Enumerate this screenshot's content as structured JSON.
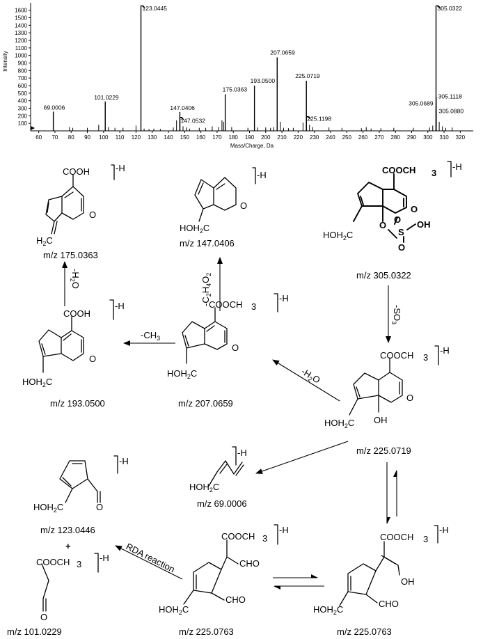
{
  "chart_data": {
    "type": "bar",
    "ylabel": "Intensity",
    "xlabel": "Mass/Charge, Da",
    "xlim": [
      55,
      328
    ],
    "ylim": [
      0,
      1680
    ],
    "x_ticks": [
      60,
      70,
      80,
      90,
      100,
      110,
      120,
      130,
      140,
      150,
      160,
      170,
      180,
      190,
      200,
      210,
      220,
      230,
      240,
      250,
      260,
      270,
      280,
      290,
      300,
      310,
      320
    ],
    "y_ticks": [
      100,
      200,
      300,
      400,
      500,
      600,
      700,
      800,
      900,
      1000,
      1100,
      1200,
      1300,
      1400,
      1500,
      1600
    ],
    "major_peaks": [
      {
        "mz": 69.0006,
        "intensity": 255,
        "label": "69.0006"
      },
      {
        "mz": 101.0229,
        "intensity": 390,
        "label": "101.0229"
      },
      {
        "mz": 123.0445,
        "intensity": 1660,
        "label": "123.0445"
      },
      {
        "mz": 147.0406,
        "intensity": 250,
        "label": "147.0406"
      },
      {
        "mz": 147.0532,
        "intensity": 180,
        "label": "147.0532"
      },
      {
        "mz": 175.0363,
        "intensity": 485,
        "label": "175.0363"
      },
      {
        "mz": 193.05,
        "intensity": 600,
        "label": "193.0500"
      },
      {
        "mz": 207.0659,
        "intensity": 975,
        "label": "207.0659"
      },
      {
        "mz": 225.0719,
        "intensity": 665,
        "label": "225.0719"
      },
      {
        "mz": 225.1198,
        "intensity": 190,
        "label": "225.1198"
      },
      {
        "mz": 305.0689,
        "intensity": 280,
        "label": "305.0689"
      },
      {
        "mz": 305.0322,
        "intensity": 1660,
        "label": "305.0322"
      },
      {
        "mz": 305.1118,
        "intensity": 450,
        "label": "305.1118"
      },
      {
        "mz": 305.088,
        "intensity": 330,
        "label": "305.0880"
      }
    ],
    "minor_peaks": [
      [
        79,
        50
      ],
      [
        81,
        40
      ],
      [
        90,
        40
      ],
      [
        97,
        80
      ],
      [
        103,
        50
      ],
      [
        107,
        40
      ],
      [
        112,
        40
      ],
      [
        120,
        70
      ],
      [
        125,
        30
      ],
      [
        128,
        25
      ],
      [
        131,
        30
      ],
      [
        135,
        25
      ],
      [
        143,
        45
      ],
      [
        145,
        140
      ],
      [
        149,
        60
      ],
      [
        151,
        45
      ],
      [
        153,
        30
      ],
      [
        159,
        40
      ],
      [
        163,
        40
      ],
      [
        167,
        60
      ],
      [
        171,
        50
      ],
      [
        173,
        140
      ],
      [
        174,
        120
      ],
      [
        179,
        50
      ],
      [
        189,
        40
      ],
      [
        195,
        45
      ],
      [
        200,
        45
      ],
      [
        203,
        40
      ],
      [
        205,
        50
      ],
      [
        209,
        120
      ],
      [
        211,
        40
      ],
      [
        214,
        35
      ],
      [
        217,
        40
      ],
      [
        223,
        110
      ],
      [
        227,
        80
      ],
      [
        229,
        50
      ],
      [
        239,
        45
      ],
      [
        247,
        40
      ],
      [
        259,
        35
      ],
      [
        262,
        50
      ],
      [
        265,
        30
      ],
      [
        271,
        35
      ],
      [
        279,
        40
      ],
      [
        291,
        40
      ],
      [
        301,
        45
      ],
      [
        303,
        70
      ],
      [
        307,
        120
      ],
      [
        309,
        60
      ],
      [
        311,
        40
      ],
      [
        315,
        45
      ]
    ]
  },
  "scheme": {
    "struct_305": {
      "cooch3": "COOCH",
      "sub3": "3",
      "ho": "HOH",
      "sub2": "2",
      "c": "C",
      "o_ring": "O",
      "o1": "O",
      "s": "S",
      "o2": "O",
      "o3": "O",
      "oh": "OH",
      "charge": "-H",
      "mz": "m/z 305.0322"
    },
    "struct_175": {
      "cooh": "COOH",
      "h2c": "H",
      "sub2": "2",
      "c": "C",
      "o_ring": "O",
      "charge": "-H",
      "mz": "m/z 175.0363"
    },
    "struct_147": {
      "ho": "HOH",
      "sub2": "2",
      "c": "C",
      "o_ring": "O",
      "charge": "-H",
      "mz": "m/z 147.0406"
    },
    "struct_193": {
      "cooh": "COOH",
      "ho": "HOH",
      "sub2": "2",
      "c": "C",
      "o_ring": "O",
      "charge": "-H",
      "mz": "m/z 193.0500"
    },
    "struct_207": {
      "cooch3": "COOCH",
      "sub3": "3",
      "ho": "HOH",
      "sub2": "2",
      "c": "C",
      "o_ring": "O",
      "charge": "-H",
      "mz": "m/z 207.0659"
    },
    "struct_225a": {
      "cooch3": "COOCH",
      "sub3": "3",
      "ho": "HOH",
      "sub2": "2",
      "c": "C",
      "o_ring": "O",
      "oh": "OH",
      "charge": "-H",
      "mz": "m/z 225.0719"
    },
    "struct_69": {
      "ho": "HOH",
      "sub2": "2",
      "c": "C",
      "charge": "-H",
      "mz": "m/z 69.0006"
    },
    "struct_123": {
      "ho": "HOH",
      "sub2": "2",
      "c": "C",
      "o": "O",
      "charge": "-H",
      "mz": "m/z 123.0446"
    },
    "struct_101": {
      "cooch3": "COOCH",
      "sub3": "3",
      "o": "O",
      "charge": "-H",
      "mz": "m/z 101.0229"
    },
    "struct_225b": {
      "cooch3": "COOCH",
      "sub3": "3",
      "cho1": "CHO",
      "cho2": "CHO",
      "ho": "HOH",
      "sub2": "2",
      "c": "C",
      "charge": "-H",
      "mz": "m/z 225.0763"
    },
    "struct_225c": {
      "cooch3": "COOCH",
      "sub3": "3",
      "oh": "OH",
      "cho": "CHO",
      "ho": "HOH",
      "sub2": "2",
      "c": "C",
      "charge": "-H",
      "mz": "m/z 225.0763"
    },
    "arrows": {
      "so3": "-SO",
      "so3_sub": "3",
      "h2o_a": "-H",
      "h2o_a_sub": "2",
      "h2o_a_end": "O",
      "h2o_b": "-H",
      "h2o_b_sub": "2",
      "h2o_b_end": "O",
      "ch3": "-CH",
      "ch3_sub": "3",
      "c2h4o2_a": "-C",
      "c2h4o2_s1": "2",
      "c2h4o2_b": "H",
      "c2h4o2_s2": "4",
      "c2h4o2_c": "O",
      "c2h4o2_s3": "2",
      "rda": "RDA reaction",
      "plus": "+"
    }
  }
}
